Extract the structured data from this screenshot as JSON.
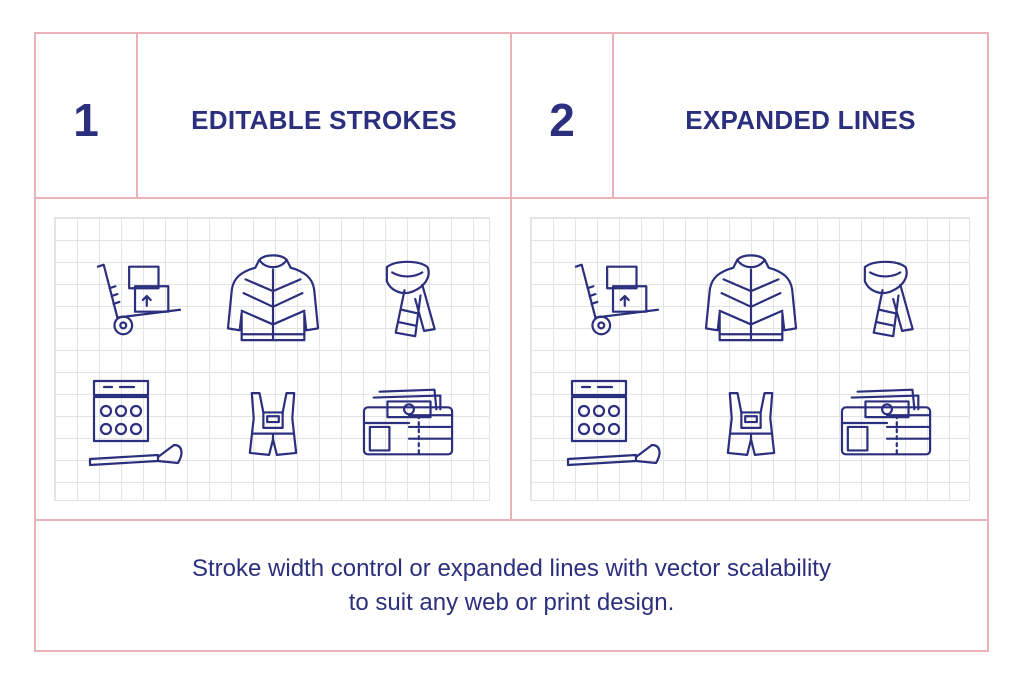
{
  "panels": [
    {
      "number": "1",
      "title": "EDITABLE STROKES"
    },
    {
      "number": "2",
      "title": "EXPANDED LINES"
    }
  ],
  "icons": [
    "hand-truck-icon",
    "puffer-jacket-icon",
    "scarf-icon",
    "eyeshadow-palette-icon",
    "overalls-icon",
    "wallet-icon"
  ],
  "caption": {
    "line1": "Stroke width control or expanded lines with vector scalability",
    "line2": "to suit any web or print design."
  },
  "colors": {
    "ink": "#2b2f7d",
    "frame": "#eab1b9",
    "grid": "#e4e4e4"
  }
}
